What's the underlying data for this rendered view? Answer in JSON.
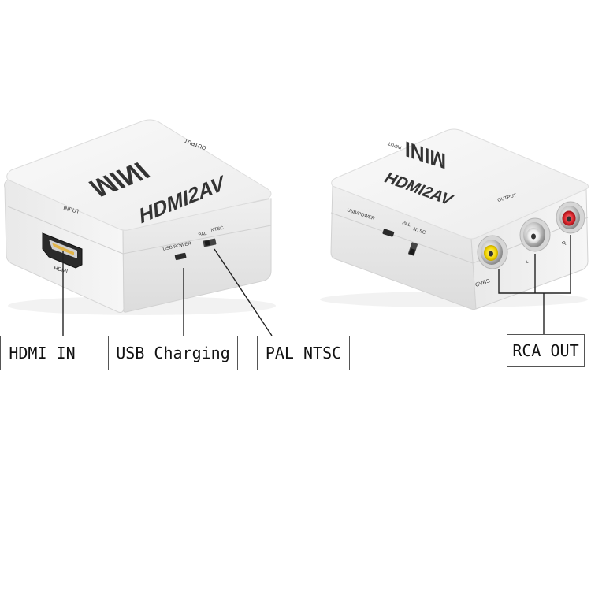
{
  "left_device": {
    "brand_text": "MINI",
    "model_text": "HDMI2AV",
    "input_text": "INPUT",
    "output_text": "OUTPUT",
    "port_label_hdmi": "HDMI",
    "port_label_usb": "USB/POWER",
    "switch_label_pal": "PAL",
    "switch_label_ntsc": "NTSC"
  },
  "right_device": {
    "brand_text": "MINI",
    "model_text": "HDMI2AV",
    "input_text": "INPUT",
    "output_text": "OUTPUT",
    "port_label_usb": "USB/POWER",
    "switch_label_pal": "PAL",
    "switch_label_ntsc": "NTSC",
    "rca_label_cvbs": "CVBS",
    "rca_label_l": "L",
    "rca_label_r": "R"
  },
  "callouts": {
    "hdmi_in": "HDMI IN",
    "usb_charging": "USB Charging",
    "pal_ntsc": "PAL NTSC",
    "rca_out": "RCA OUT"
  },
  "colors": {
    "device_body": "#f4f4f4",
    "rca_yellow": "#f2d600",
    "rca_white": "#f0f0f0",
    "rca_red": "#d8232a"
  }
}
